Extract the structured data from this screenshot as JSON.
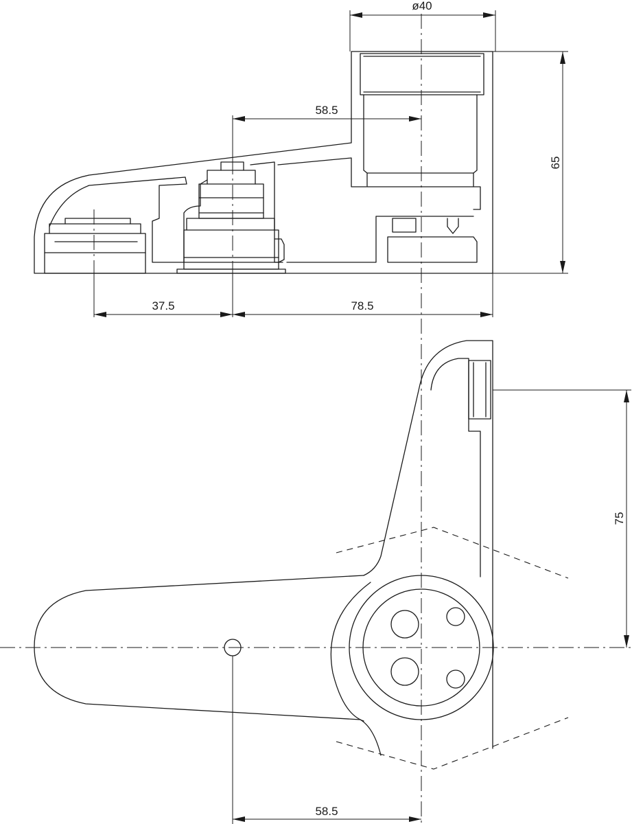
{
  "dimensions": {
    "top_diameter": "ø40",
    "top_offset": "58.5",
    "height": "65",
    "left_offset": "37.5",
    "right_offset": "78.5",
    "side_height": "75",
    "bottom_offset": "58.5"
  },
  "colors": {
    "line": "#1a1a1a",
    "background": "#ffffff"
  }
}
